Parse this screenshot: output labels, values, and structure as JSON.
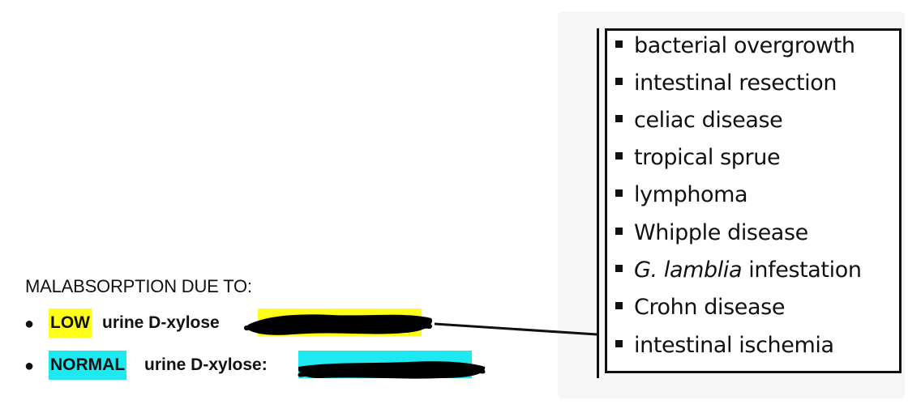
{
  "heading": "MALABSORPTION DUE TO:",
  "bullets": {
    "low": {
      "highlight": "LOW",
      "text": "urine D-xylose",
      "highlight_color": "#ffff19"
    },
    "normal": {
      "highlight": "NORMAL",
      "text": "urine D-xylose:",
      "highlight_color": "#1ee8f0"
    }
  },
  "list": {
    "items": [
      {
        "text": "bacterial overgrowth"
      },
      {
        "text": "intestinal resection"
      },
      {
        "text": "celiac disease"
      },
      {
        "text": "tropical sprue"
      },
      {
        "text": "lymphoma"
      },
      {
        "text": "Whipple disease"
      },
      {
        "italic": "G. lamblia",
        "text": " infestation"
      },
      {
        "text": "Crohn disease"
      },
      {
        "text": "intestinal ischemia"
      }
    ]
  },
  "colors": {
    "text": "#111111",
    "redaction": "#000000",
    "yellow_highlight": "#ffff19",
    "cyan_highlight": "#1ee8f0"
  }
}
